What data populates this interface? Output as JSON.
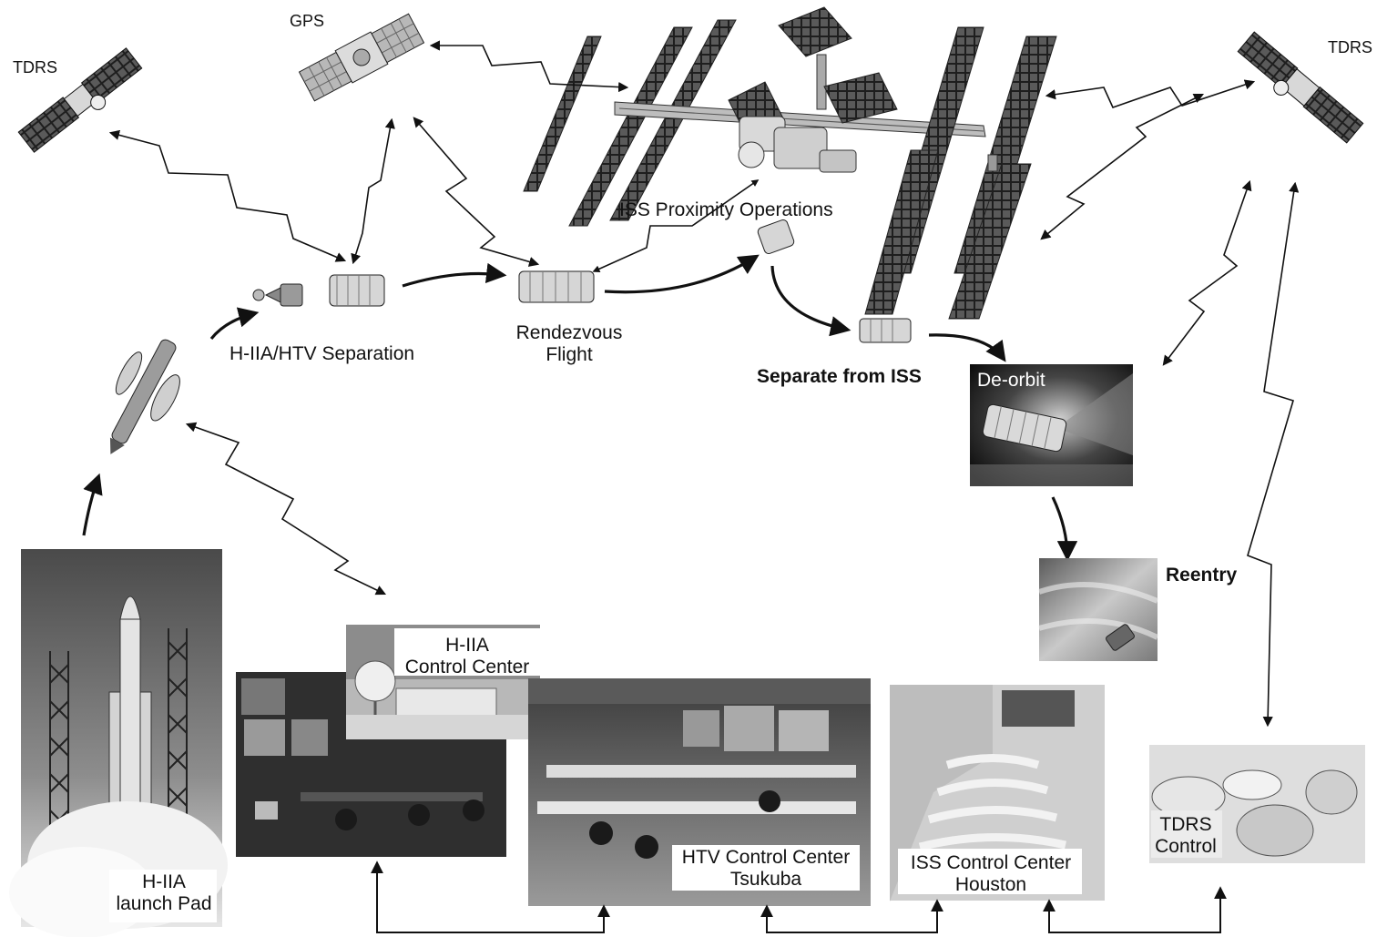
{
  "labels": {
    "tdrs_left": "TDRS",
    "gps": "GPS",
    "tdrs_right": "TDRS",
    "iss_prox": "ISS Proximity Operations",
    "separation": "H-IIA/HTV Separation",
    "rendezvous_1": "Rendezvous",
    "rendezvous_2": "Flight",
    "separate_iss": "Separate from ISS",
    "deorbit": "De-orbit",
    "reentry": "Reentry",
    "launch_pad_1": "H-IIA",
    "launch_pad_2": "launch Pad",
    "h2a_cc_1": "H-IIA",
    "h2a_cc_2": "Control Center",
    "htv_cc_1": "HTV Control Center",
    "htv_cc_2": "Tsukuba",
    "iss_cc_1": "ISS Control Center",
    "iss_cc_2": "Houston",
    "tdrs_ctrl_1": "TDRS",
    "tdrs_ctrl_2": "Control"
  },
  "colors": {
    "ink": "#111111",
    "panel": "#2b2b2b",
    "panel_cell": "#6a6a6a",
    "module": "#cfcfcf",
    "photo_dark": "#3a3a3a",
    "photo_mid": "#8a8a8a",
    "photo_light": "#d8d8d8"
  }
}
